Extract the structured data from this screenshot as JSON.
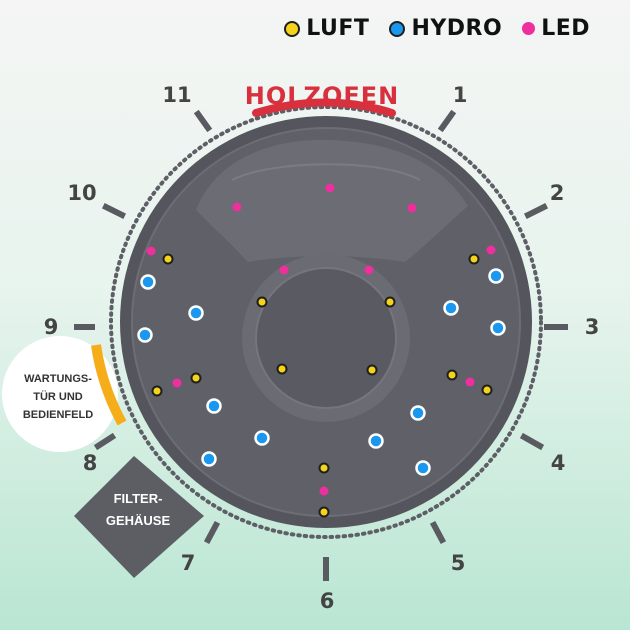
{
  "legend": {
    "items": [
      {
        "label": "LUFT",
        "color": "#f5d31a"
      },
      {
        "label": "HYDRO",
        "color": "#1a97ee"
      },
      {
        "label": "LED",
        "color": "#ee2f9d"
      }
    ]
  },
  "holzofen_label": "HOLZOFEN",
  "clock_numbers": [
    "11",
    "1",
    "10",
    "2",
    "9",
    "3",
    "8",
    "4",
    "7",
    "5",
    "6"
  ],
  "wartung_label": [
    "WARTUNGS-",
    "TÜR UND",
    "BEDIENFELD"
  ],
  "filter_label": [
    "FILTER-",
    "GEHÄUSE"
  ],
  "colors": {
    "tub": "#5f6067",
    "tub_rim": "#55565d",
    "seat": "#6d6e76",
    "accent_red": "#d8303d",
    "accent_orange": "#f6ad1a",
    "filter_box": "#5d5e64",
    "luft": "#f5d31a",
    "hydro": "#1a97ee",
    "led": "#ee2f9d"
  }
}
